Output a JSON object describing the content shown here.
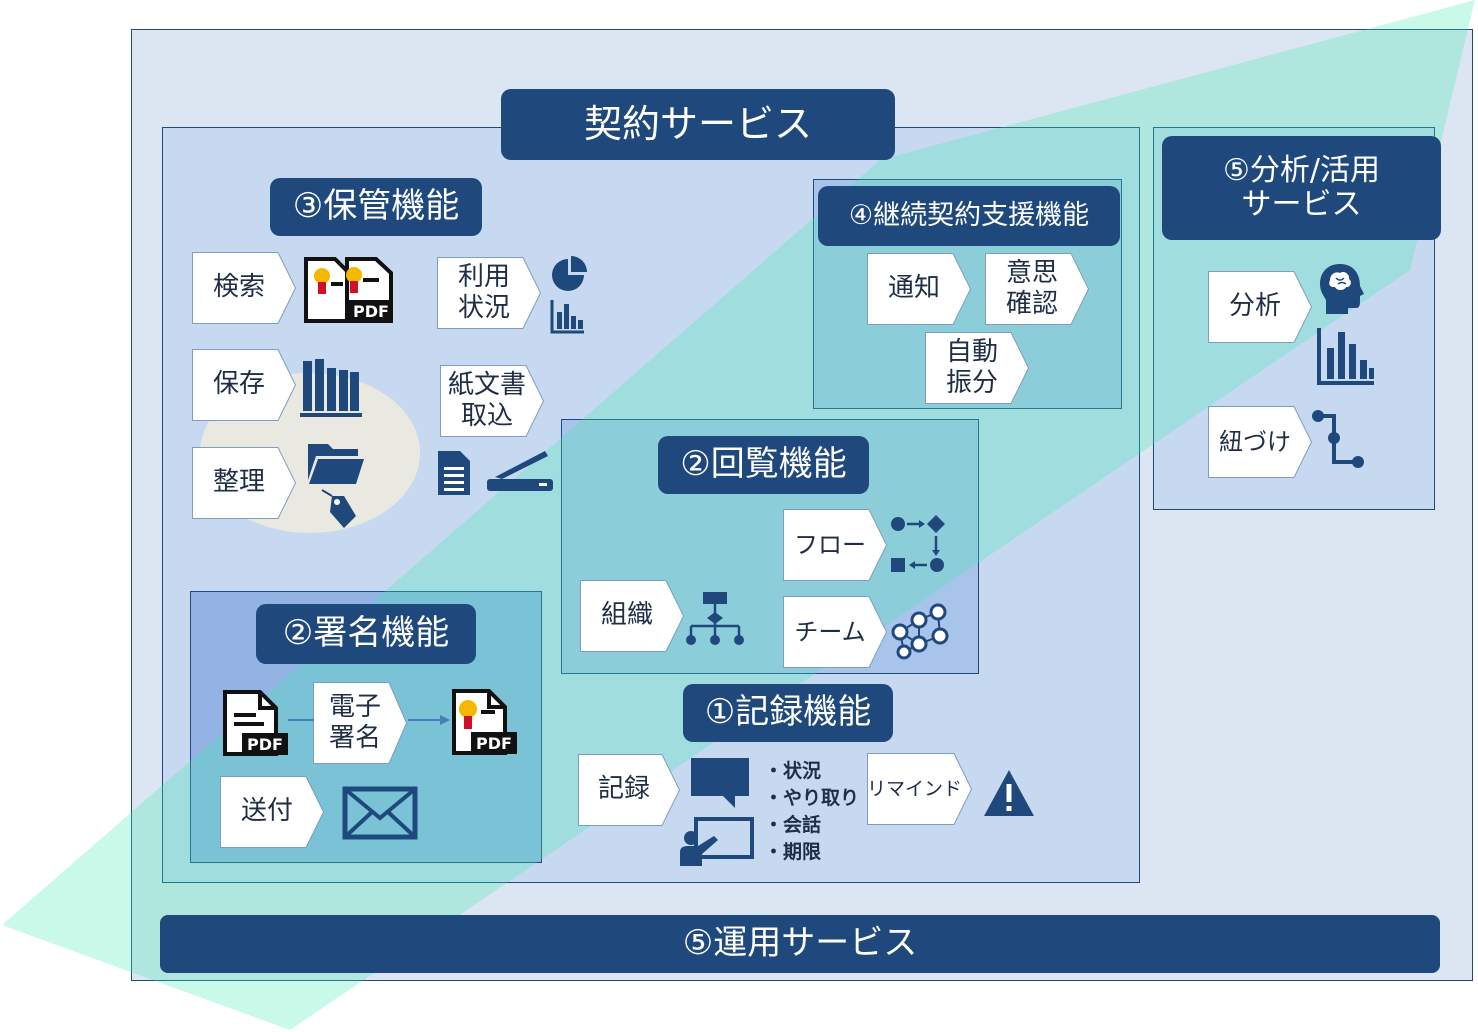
{
  "contract_service": {
    "title": "契約サービス"
  },
  "storage": {
    "title": "③保管機能",
    "items": [
      {
        "label": "検索"
      },
      {
        "label": "保存"
      },
      {
        "label": "整理"
      }
    ],
    "usage": {
      "label_lines": [
        "利用",
        "状況"
      ]
    },
    "paper": {
      "label_lines": [
        "紙文書",
        "取込"
      ]
    },
    "icons": {
      "search": "pdf-certificate-icon",
      "pdf": "pdf-icon",
      "save": "bookshelf-icon",
      "organize": "folder-icon",
      "tag": "tag-icon",
      "pie": "pie-chart-icon",
      "bar": "bar-chart-icon",
      "doc": "document-icon",
      "scanner": "scanner-icon"
    }
  },
  "renewal": {
    "title": "④継続契約支援機能",
    "notify": {
      "label": "通知"
    },
    "confirm": {
      "label_lines": [
        "意思",
        "確認"
      ]
    },
    "auto": {
      "label_lines": [
        "自動",
        "振分"
      ]
    }
  },
  "review": {
    "title": "②回覧機能",
    "flow": {
      "label": "フロー"
    },
    "team": {
      "label": "チーム"
    },
    "org": {
      "label": "組織"
    }
  },
  "signature": {
    "title": "②署名機能",
    "esign": {
      "label_lines": [
        "電子",
        "署名"
      ]
    },
    "send": {
      "label": "送付"
    }
  },
  "record": {
    "title": "①記録機能",
    "record": {
      "label": "記録"
    },
    "remind": {
      "label": "リマインド"
    },
    "bullets": [
      "状況",
      "やり取り",
      "会話",
      "期限"
    ]
  },
  "analysis": {
    "title_lines": [
      "⑤分析/活用",
      "サービス"
    ],
    "analyze": {
      "label": "分析"
    },
    "link": {
      "label": "紐づけ"
    }
  },
  "operation": {
    "title": "⑤運用サービス"
  },
  "colors": {
    "navy": "#1f497d",
    "outer_bg": "#dce6f2",
    "inner_bg": "#c6d9f1",
    "mid_bg": "#a9c4ea",
    "green": "#3ee8b0"
  }
}
